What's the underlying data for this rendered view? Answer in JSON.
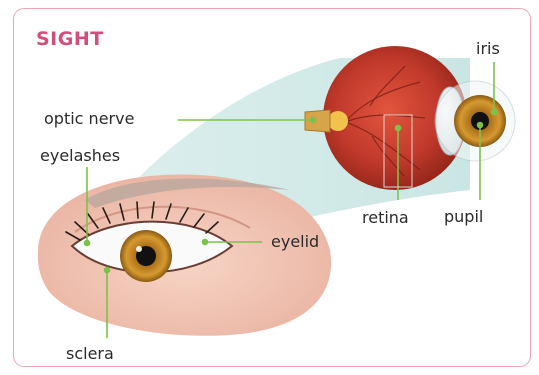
{
  "title": "SIGHT",
  "labels": {
    "iris": "iris",
    "optic_nerve": "optic nerve",
    "eyelashes": "eyelashes",
    "retina": "retina",
    "pupil": "pupil",
    "eyelid": "eyelid",
    "sclera": "sclera"
  },
  "colors": {
    "title": "#d0507a",
    "border": "#e8a9b5",
    "leader_line": "#7cc24a",
    "beam": "#cde7e5",
    "eyeball": "#c0392b",
    "iris": "#c98a24",
    "skin": "#f2c2b0"
  }
}
